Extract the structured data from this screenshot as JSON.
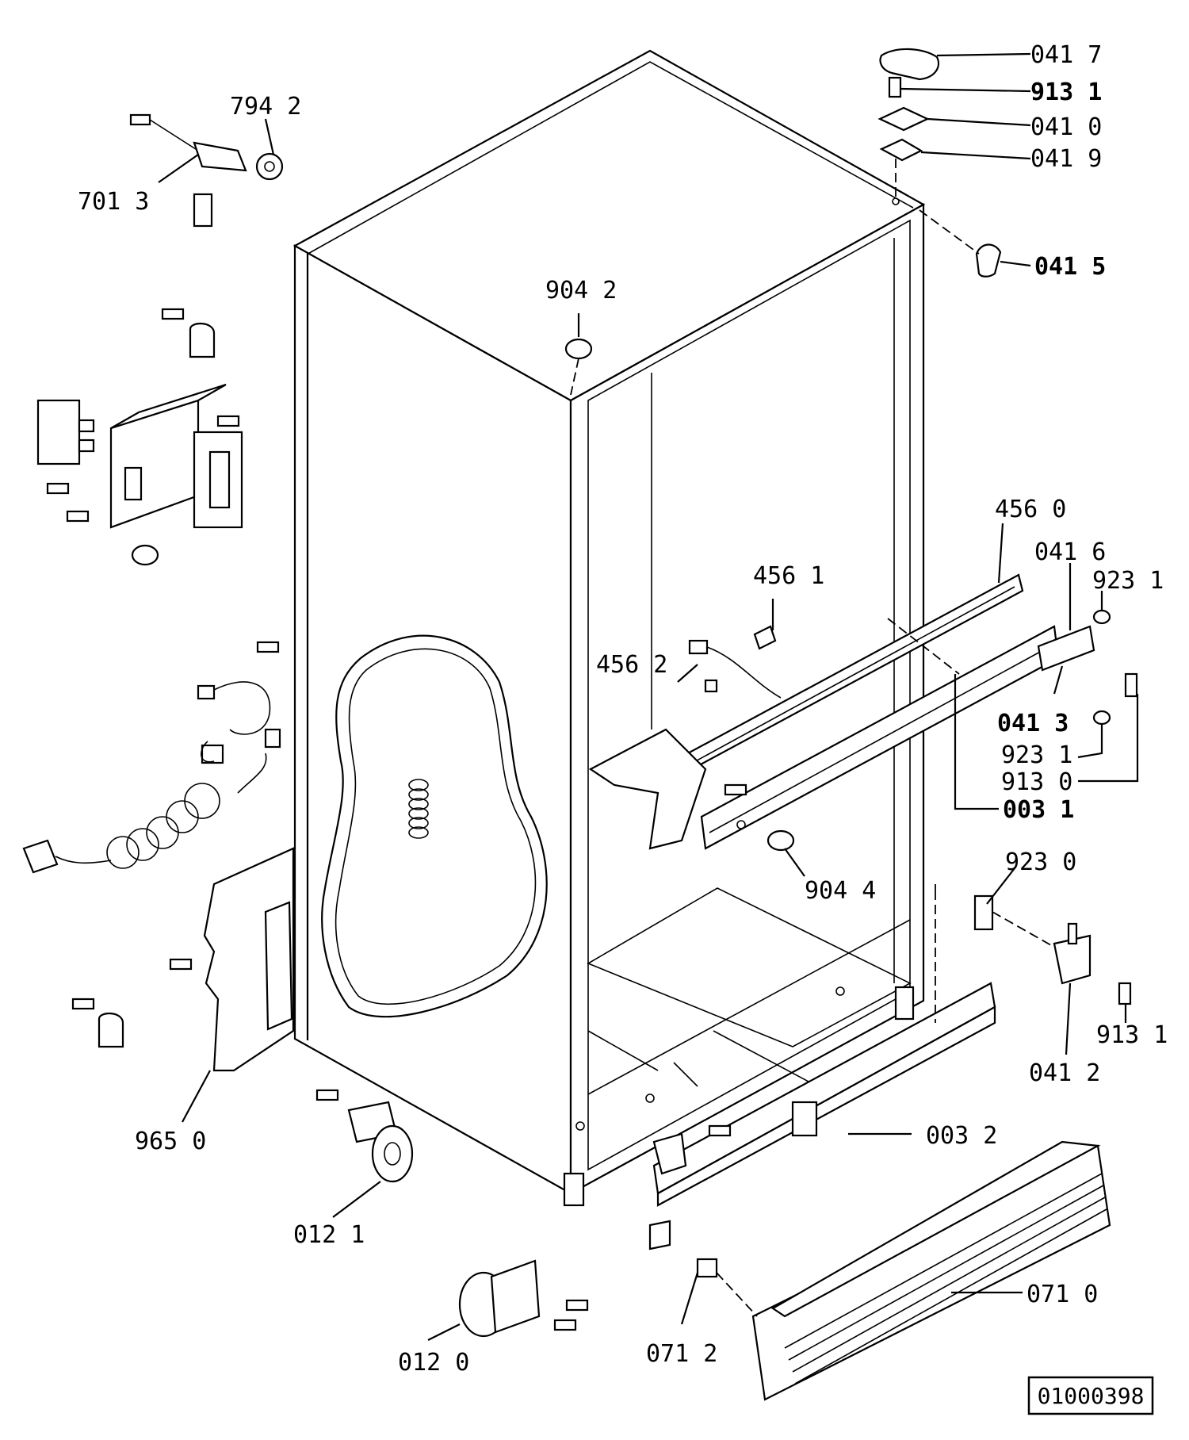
{
  "diagram": {
    "reference_code": "01000398",
    "labels": {
      "l_041_7": "041 7",
      "l_913_1_top": "913 1",
      "l_041_0": "041 0",
      "l_041_9": "041 9",
      "l_041_5": "041 5",
      "l_794_2": "794 2",
      "l_701_3": "701 3",
      "l_904_2": "904 2",
      "l_456_0": "456 0",
      "l_041_6": "041 6",
      "l_923_1_top": "923 1",
      "l_456_1": "456 1",
      "l_456_2": "456 2",
      "l_041_3": "041 3",
      "l_923_1_mid": "923 1",
      "l_913_0": "913 0",
      "l_003_1": "003 1",
      "l_904_4": "904 4",
      "l_923_0": "923 0",
      "l_913_1_right": "913 1",
      "l_041_2": "041 2",
      "l_965_0": "965 0",
      "l_003_2": "003 2",
      "l_012_1": "012 1",
      "l_071_0": "071 0",
      "l_071_2": "071 2",
      "l_012_0": "012 0"
    }
  }
}
